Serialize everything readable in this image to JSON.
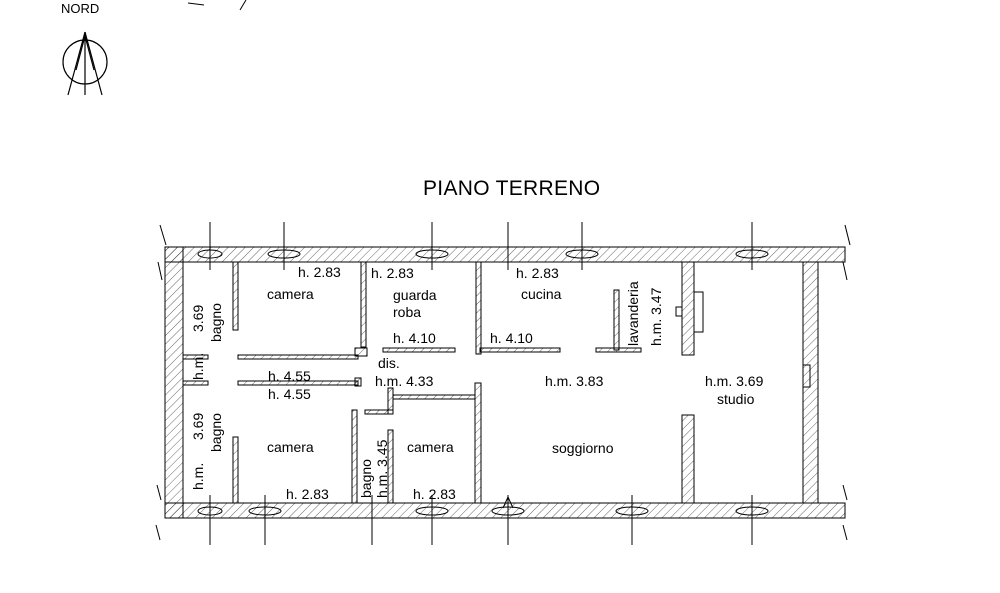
{
  "compass": {
    "label": "NORD",
    "icon": "north-arrow-icon"
  },
  "plan_title": "PIANO TERRENO",
  "rooms": {
    "camera_top": {
      "name": "camera",
      "height": "h. 2.83"
    },
    "guardaroba": {
      "name_line1": "guarda",
      "name_line2": "roba",
      "height_top": "h. 2.83",
      "height_bottom": "h. 4.10"
    },
    "cucina": {
      "name": "cucina",
      "height_top": "h. 2.83",
      "height_bottom": "h. 4.10"
    },
    "lavanderia": {
      "name": "lavanderia",
      "height": "h.m. 3.47"
    },
    "bagno_top": {
      "name": "bagno",
      "height_prefix": "h.m.",
      "height_value": "3.69"
    },
    "corridor": {
      "height_top": "h. 4.55",
      "height_bottom": "h. 4.55"
    },
    "disimpegno": {
      "name": "dis.",
      "height": "h.m. 4.33"
    },
    "soggiorno": {
      "name": "soggiorno",
      "height": "h.m. 3.83"
    },
    "studio": {
      "name": "studio",
      "height": "h.m. 3.69"
    },
    "bagno_bottom_left": {
      "name": "bagno",
      "height_prefix": "h.m.",
      "height_value": "3.69"
    },
    "camera_bottom_left": {
      "name": "camera",
      "height": "h. 2.83"
    },
    "bagno_bottom_mid": {
      "name": "bagno",
      "height": "h.m. 3.45"
    },
    "camera_bottom_mid": {
      "name": "camera",
      "height": "h. 2.83"
    }
  },
  "colors": {
    "ink": "#000000",
    "wall_fill": "#ffffff"
  }
}
